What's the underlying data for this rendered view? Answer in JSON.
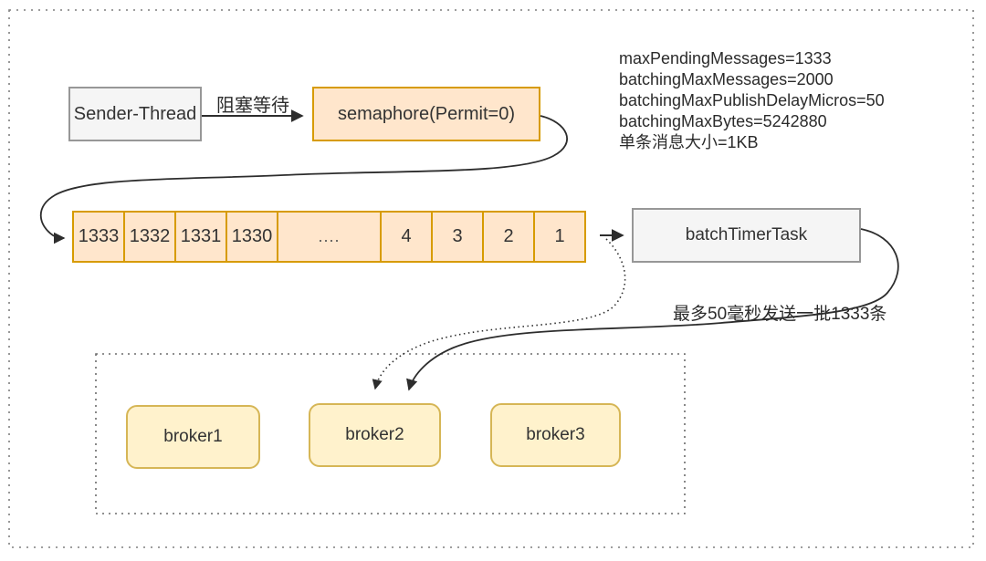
{
  "diagram": {
    "sender": {
      "label": "Sender-Thread"
    },
    "block_wait_label": "阻塞等待",
    "semaphore": {
      "label": "semaphore(Permit=0)"
    },
    "config": {
      "lines": [
        "maxPendingMessages=1333",
        "batchingMaxMessages=2000",
        "batchingMaxPublishDelayMicros=50",
        "batchingMaxBytes=5242880",
        "单条消息大小=1KB"
      ]
    },
    "queue": {
      "cells": [
        "1333",
        "1332",
        "1331",
        "1330",
        "....",
        "4",
        "3",
        "2",
        "1"
      ]
    },
    "batch_timer": {
      "label": "batchTimerTask"
    },
    "batch_send_label": "最多50毫秒发送一批1333条",
    "brokers": [
      {
        "label": "broker1"
      },
      {
        "label": "broker2"
      },
      {
        "label": "broker3"
      }
    ],
    "colors": {
      "orange_fill": "#FFE6CC",
      "orange_stroke": "#D79B00",
      "yellow_fill": "#FFF2CC",
      "yellow_stroke": "#D6B656",
      "gray_fill": "#F5F5F5",
      "gray_stroke": "#979797",
      "arrow": "#2d2d2d"
    }
  }
}
